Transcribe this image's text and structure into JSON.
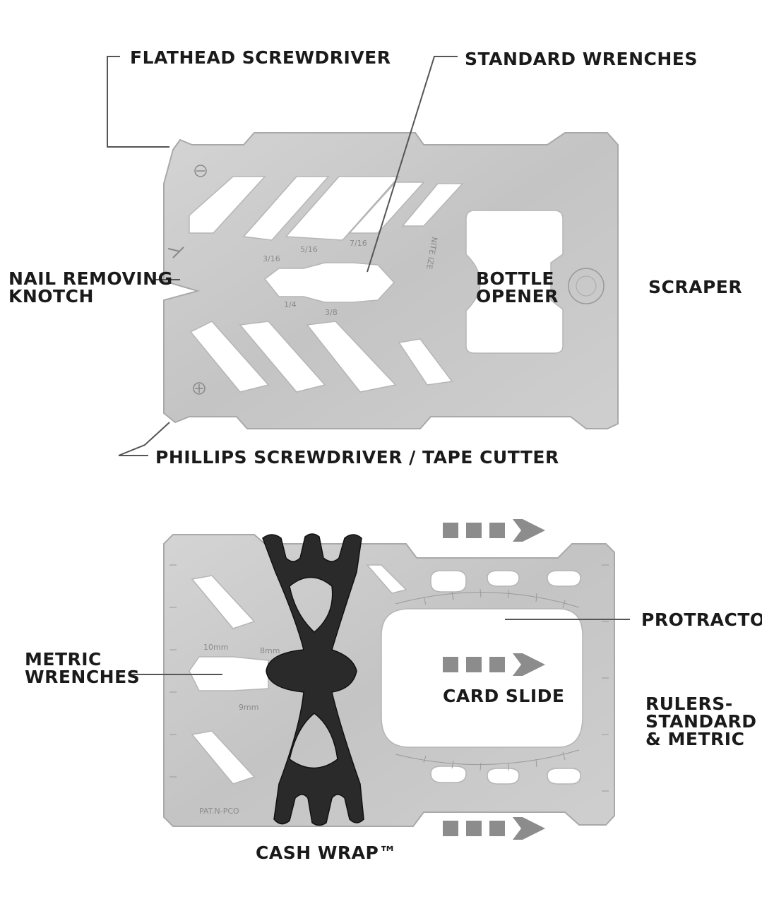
{
  "labels": {
    "flathead": "FLATHEAD SCREWDRIVER",
    "standard_wrenches": "STANDARD WRENCHES",
    "nail_line1": "NAIL REMOVING",
    "nail_line2": "KNOTCH",
    "bottle_line1": "BOTTLE",
    "bottle_line2": "OPENER",
    "scraper": "SCRAPER",
    "phillips": "PHILLIPS SCREWDRIVER / TAPE CUTTER",
    "protractor": "PROTRACTOR",
    "metric_line1": "METRIC",
    "metric_line2": "WRENCHES",
    "card_slide": "CARD SLIDE",
    "rulers_line1": "RULERS-",
    "rulers_line2": "STANDARD",
    "rulers_line3": "& METRIC",
    "cash_wrap": "CASH WRAP™"
  },
  "card_marks": {
    "wrench_3_16": "3/16",
    "wrench_5_16": "5/16",
    "wrench_7_16": "7/16",
    "wrench_1_4": "1/4",
    "wrench_3_8": "3/8",
    "metric_10": "10mm",
    "metric_8": "8mm",
    "metric_9": "9mm",
    "brand": "NITE IZE",
    "patent": "PAT.N-PCO"
  },
  "colors": {
    "metal": "#c9c9c9",
    "metal_edge": "#a9a9a9",
    "band": "#2a2a2a",
    "arrow": "#8c8c8c",
    "text": "#1a1a1a"
  }
}
